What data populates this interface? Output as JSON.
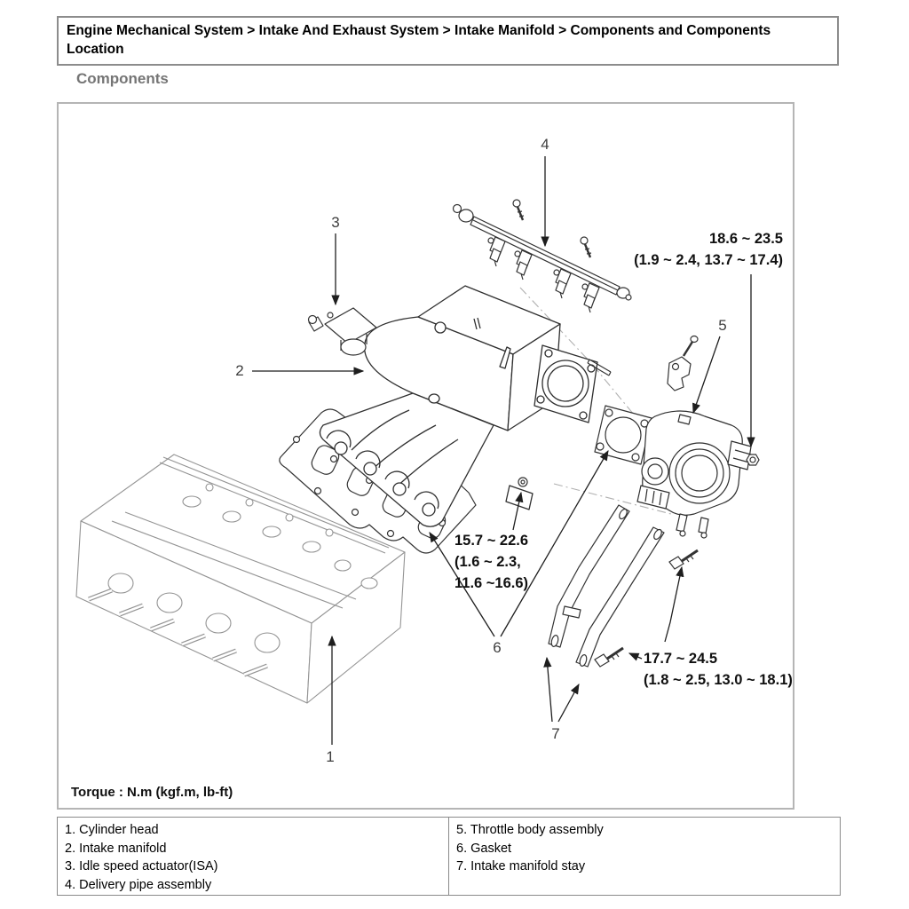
{
  "colors": {
    "ink": "#2b2b2b",
    "drawing_line_dark": "#333333",
    "drawing_line_light": "#949494",
    "border_gray": "#8c8c8c",
    "section_title_gray": "#757575",
    "phantom_line": "#b0b0b0"
  },
  "breadcrumb": {
    "text": "Engine Mechanical System > Intake And Exhaust System > Intake Manifold > Components and Components Location"
  },
  "section": {
    "title": "Components"
  },
  "diagram": {
    "torque_note": "Torque : N.m (kgf.m, lb-ft)",
    "callouts": [
      {
        "n": "1"
      },
      {
        "n": "2"
      },
      {
        "n": "3"
      },
      {
        "n": "4"
      },
      {
        "n": "5"
      },
      {
        "n": "6"
      },
      {
        "n": "7"
      }
    ],
    "torque_annotations": [
      {
        "lines": [
          "18.6 ~ 23.5",
          "(1.9 ~ 2.4, 13.7 ~ 17.4)"
        ]
      },
      {
        "lines": [
          "15.7 ~ 22.6",
          "(1.6 ~ 2.3,",
          "11.6 ~16.6)"
        ]
      },
      {
        "lines": [
          "17.7 ~ 24.5",
          "(1.8 ~ 2.5, 13.0 ~ 18.1)"
        ]
      }
    ]
  },
  "legend": {
    "left_column": [
      "1. Cylinder head",
      "2. Intake manifold",
      "3. Idle speed actuator(ISA)",
      "4. Delivery pipe assembly"
    ],
    "right_column": [
      "5. Throttle body assembly",
      "6. Gasket",
      "7. Intake manifold stay"
    ]
  }
}
